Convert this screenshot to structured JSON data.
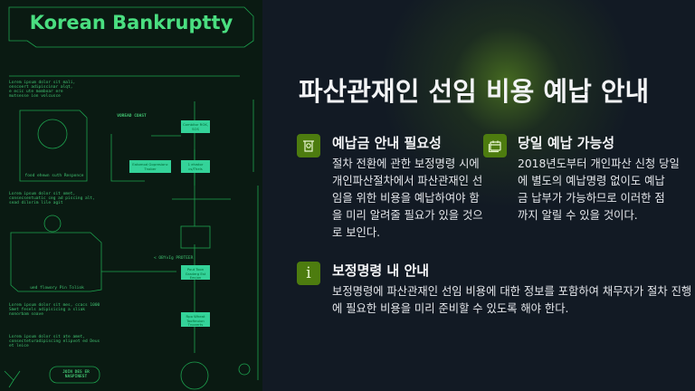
{
  "infographic": {
    "title": "Korean Bankruptty",
    "label_coast": "VOREAD COAST",
    "caption_1": "food ehewn suth Responce",
    "caption_2": "ued flowory Pin Toliok",
    "flow_box_1": "Combitor ROK, SOS",
    "flow_box_2": "Eatomod Gopresionc Tnober",
    "flow_box_3": "1 ehwtor cs/Thels",
    "flow_box_4": "Pout Toon Graderg Est Eecjon",
    "flow_box_5": "Rpo Wheat Toofteuion Tnoverts",
    "arrow_label": "< OBYvIg PROTEER",
    "lorem_1": "Lorem ipsum dolor sit mali, onscoert adipiscinar alqt, e ecic ute momboar ere mutsesse ion volcusce",
    "lorem_2": "Lorem ipsum dolor sit omet, consecsentuatic ceg ad piscing alt, sead dilorim lile agit",
    "lorem_3": "Lorem ipsum dolor sit mes, ccacs 1000 Smet fesels adipisicing a sliak nonorbam soave",
    "lorem_4": "Lorem ipsum dolor sit ate amet, consecteturadipiscing elipvot ed Deus et leice",
    "button_label": "JOIN DES ER NASPINEST"
  },
  "slide": {
    "title": "파산관재인 선임 비용 예납 안내",
    "sections": [
      {
        "icon": "receipt-icon",
        "heading": "예납금 안내 필요성",
        "lines": [
          "절차 전환에 관한 보정명령 시에",
          "개인파산절차에서 파산관재인 선",
          "임을 위한 비용을 예납하여야 함",
          "을 미리 알려줄 필요가 있을 것으",
          "로 보인다."
        ]
      },
      {
        "icon": "calendar-icon",
        "heading": "당일 예납 가능성",
        "lines": [
          "2018년도부터 개인파산 신청 당일",
          "에 별도의 예납명령 없이도 예납",
          "금 납부가 가능하므로 이러한 점",
          "까지 알릴 수 있을 것이다."
        ]
      },
      {
        "icon": "info-icon",
        "heading": "보정명령 내 안내",
        "lines": [
          "보정명령에 파산관재인 선임 비용에 대한 정보를 포함하여 채무자가 절차 진행",
          "에 필요한 비용을 미리 준비할 수 있도록 해야 한다."
        ]
      }
    ]
  },
  "colors": {
    "accent": "#4d7c0f",
    "neon": "#4ade80",
    "bg": "#121a24"
  }
}
